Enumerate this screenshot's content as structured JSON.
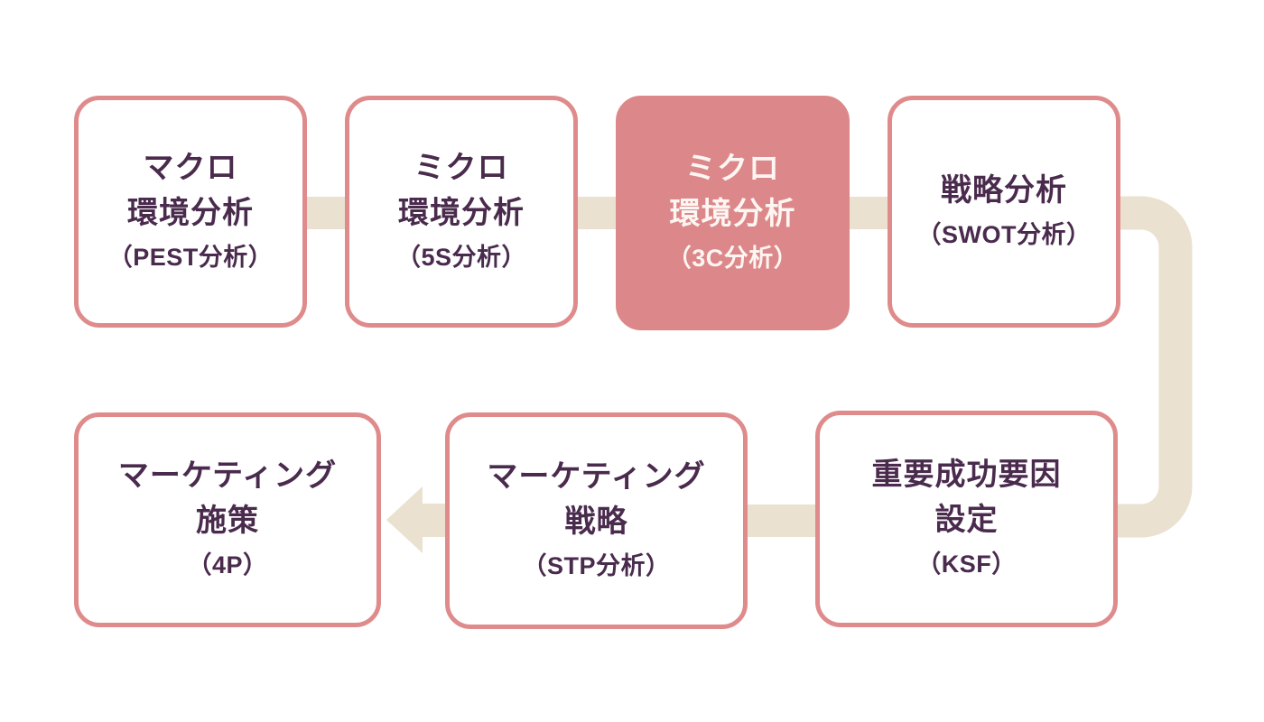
{
  "colors": {
    "background": "#ffffff",
    "box_border": "#df8b8c",
    "box_fill": "#ffffff",
    "highlight_fill": "#dc888a",
    "highlight_text": "#fdf6f2",
    "text": "#4a2b4d",
    "connector": "#eae1d0"
  },
  "boxes": [
    {
      "id": "macro-env-pest",
      "lines": [
        "マクロ",
        "環境分析"
      ],
      "sub": "（PEST分析）",
      "highlighted": false
    },
    {
      "id": "micro-env-5s",
      "lines": [
        "ミクロ",
        "環境分析"
      ],
      "sub": "（5S分析）",
      "highlighted": false
    },
    {
      "id": "micro-env-3c",
      "lines": [
        "ミクロ",
        "環境分析"
      ],
      "sub": "（3C分析）",
      "highlighted": true
    },
    {
      "id": "strategy-swot",
      "lines": [
        "戦略分析"
      ],
      "sub": "（SWOT分析）",
      "highlighted": false
    },
    {
      "id": "ksf-setting",
      "lines": [
        "重要成功要因",
        "設定"
      ],
      "sub": "（KSF）",
      "highlighted": false
    },
    {
      "id": "marketing-strategy-stp",
      "lines": [
        "マーケティング",
        "戦略"
      ],
      "sub": "（STP分析）",
      "highlighted": false
    },
    {
      "id": "marketing-tactics-4p",
      "lines": [
        "マーケティング",
        "施策"
      ],
      "sub": "（4P）",
      "highlighted": false
    }
  ],
  "flow_order": [
    "macro-env-pest",
    "micro-env-5s",
    "micro-env-3c",
    "strategy-swot",
    "ksf-setting",
    "marketing-strategy-stp",
    "marketing-tactics-4p"
  ]
}
